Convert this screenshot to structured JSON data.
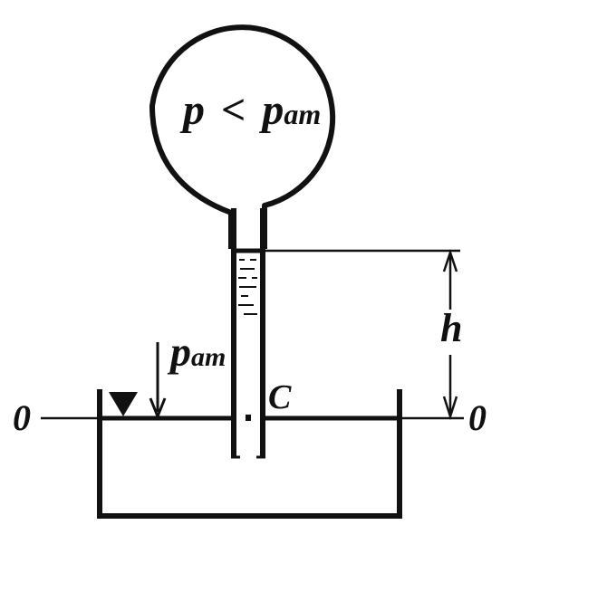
{
  "bulb_label": {
    "p": "p",
    "relation": "<",
    "p_at": "p",
    "p_at_sub": "ат"
  },
  "pressure_arrow": {
    "p": "p",
    "sub": "ат"
  },
  "height_label": "h",
  "point_label": "C",
  "datum_left": "0",
  "datum_right": "0",
  "colors": {
    "ink": "#111111",
    "background": "#ffffff"
  }
}
